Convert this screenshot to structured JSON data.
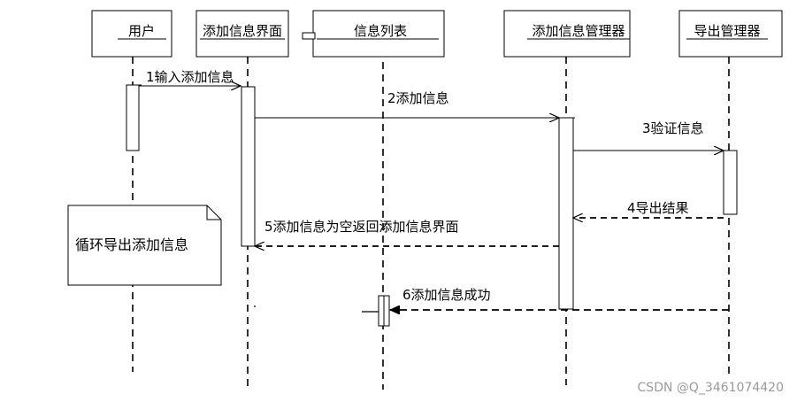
{
  "actors": [
    {
      "id": "user",
      "label": "用户"
    },
    {
      "id": "add_ui",
      "label": "添加信息界面"
    },
    {
      "id": "info_list",
      "label": "信息列表"
    },
    {
      "id": "add_manager",
      "label": "添加信息管理器"
    },
    {
      "id": "export_manager",
      "label": "导出管理器"
    }
  ],
  "messages": [
    {
      "label": "1输入添加信息",
      "from": "user",
      "to": "add_ui",
      "style": "solid"
    },
    {
      "label": "2添加信息",
      "from": "add_ui",
      "to": "add_manager",
      "style": "solid"
    },
    {
      "label": "3验证信息",
      "from": "add_manager",
      "to": "export_manager",
      "style": "solid"
    },
    {
      "label": "4导出结果",
      "from": "export_manager",
      "to": "add_manager",
      "style": "dashed"
    },
    {
      "label": "5添加信息为空返回添加信息界面",
      "from": "add_manager",
      "to": "add_ui",
      "style": "dashed"
    },
    {
      "label": "6添加信息成功",
      "from": "export_manager",
      "to": "info_list",
      "style": "dashed"
    }
  ],
  "note": {
    "text": "循环导出添加信息"
  },
  "watermark": "CSDN @Q_3461074420"
}
